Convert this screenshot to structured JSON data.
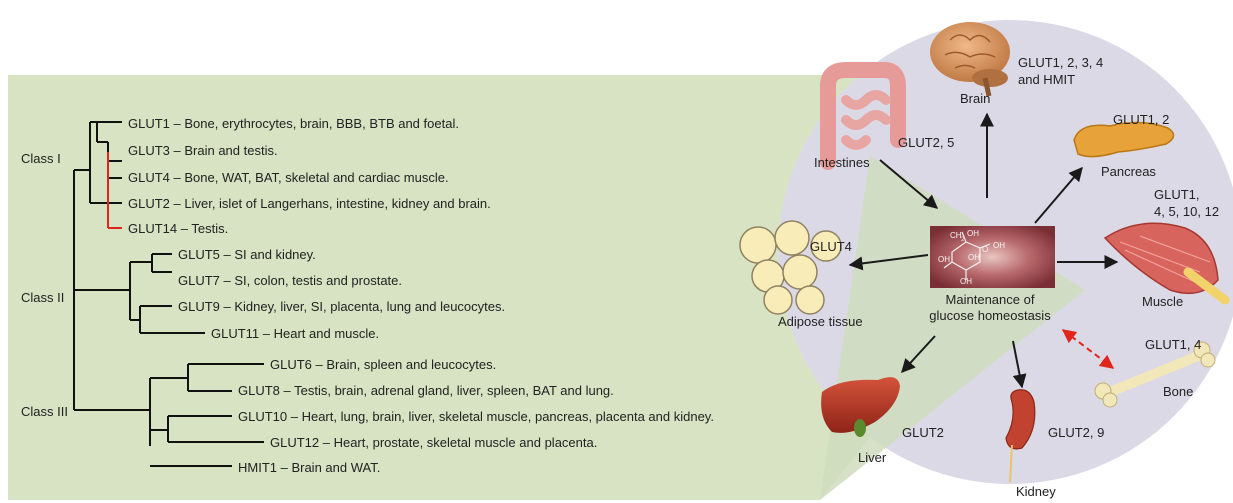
{
  "tree": {
    "classes": [
      {
        "id": "class1",
        "label": "Class I"
      },
      {
        "id": "class2",
        "label": "Class II"
      },
      {
        "id": "class3",
        "label": "Class III"
      }
    ],
    "leaves": [
      "GLUT1 – Bone, erythrocytes, brain, BBB, BTB and foetal.",
      "GLUT3 – Brain and testis.",
      "GLUT4 – Bone, WAT, BAT, skeletal and cardiac muscle.",
      "GLUT2 – Liver, islet of Langerhans, intestine, kidney and brain.",
      "GLUT14 – Testis.",
      "GLUT5 – SI and kidney.",
      "GLUT7 – SI, colon, testis and prostate.",
      "GLUT9 – Kidney, liver, SI, placenta, lung and leucocytes.",
      "GLUT11 – Heart and muscle.",
      "GLUT6 – Brain, spleen and leucocytes.",
      "GLUT8 – Testis, brain, adrenal gland, liver, spleen, BAT and lung.",
      "GLUT10 – Heart, lung, brain, liver, skeletal muscle, pancreas, placenta and kidney.",
      "GLUT12 – Heart, prostate, skeletal muscle and placenta.",
      "HMIT1 – Brain and WAT."
    ]
  },
  "center": {
    "label_line1": "Maintenance of",
    "label_line2": "glucose homeostasis",
    "molecule": [
      "CH",
      "OH",
      "2",
      "O",
      "OH",
      "OH",
      "OH",
      "OH"
    ]
  },
  "organs": {
    "brain": {
      "label": "Brain",
      "glut_line1": "GLUT1, 2, 3, 4",
      "glut_line2": "and HMIT"
    },
    "intestines": {
      "label": "Intestines",
      "glut": "GLUT2, 5"
    },
    "pancreas": {
      "label": "Pancreas",
      "glut": "GLUT1, 2"
    },
    "muscle": {
      "label": "Muscle",
      "glut_line1": "GLUT1,",
      "glut_line2": "4, 5, 10, 12"
    },
    "adipose": {
      "label": "Adipose tissue",
      "glut": "GLUT4"
    },
    "bone": {
      "label": "Bone",
      "glut": "GLUT1, 4"
    },
    "liver": {
      "label": "Liver",
      "glut": "GLUT2"
    },
    "kidney": {
      "label": "Kidney",
      "glut": "GLUT2, 9"
    }
  },
  "colors": {
    "panel_green": "#d7e3c3",
    "circle_lavender": "#dcd9e6",
    "tree_line": "#111111",
    "highlight_branch": "#e0261c",
    "arrow": "#1a1a1a",
    "dashed_arrow": "#e0261c"
  },
  "icons": [
    "brain-icon",
    "intestines-icon",
    "pancreas-icon",
    "muscle-icon",
    "adipose-icon",
    "bone-icon",
    "liver-icon",
    "kidney-icon",
    "glucose-tissue-image"
  ]
}
